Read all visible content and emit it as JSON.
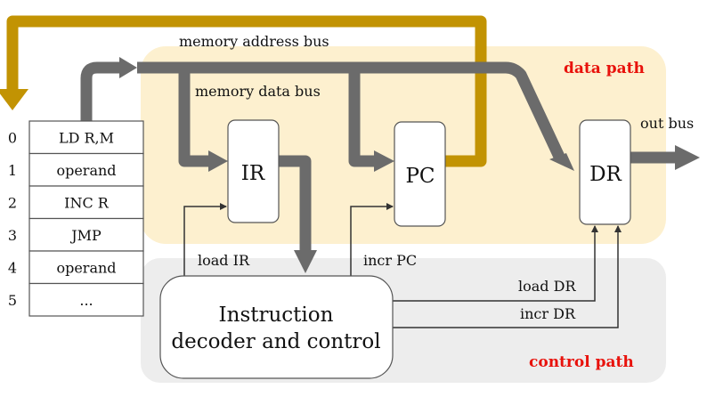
{
  "regions": {
    "data_path": "data path",
    "control_path": "control path"
  },
  "buses": {
    "memory_address": "memory address bus",
    "memory_data": "memory data bus",
    "out": "out bus"
  },
  "memory": {
    "rows": [
      {
        "address": "0",
        "content": "LD R,M"
      },
      {
        "address": "1",
        "content": "operand"
      },
      {
        "address": "2",
        "content": "INC R"
      },
      {
        "address": "3",
        "content": "JMP"
      },
      {
        "address": "4",
        "content": "operand"
      },
      {
        "address": "5",
        "content": "..."
      }
    ]
  },
  "registers": {
    "ir": "IR",
    "pc": "PC",
    "dr": "DR"
  },
  "decoder": {
    "line1": "Instruction",
    "line2": "decoder and control"
  },
  "signals": {
    "load_ir": "load IR",
    "incr_pc": "incr PC",
    "load_dr": "load DR",
    "incr_dr": "incr DR"
  },
  "colors": {
    "data_region": "#fdf0cf",
    "control_region": "#ededed",
    "data_bus": "#6b6b6b",
    "address_bus": "#c29303",
    "region_label": "#e8120c",
    "control_line": "#333333"
  }
}
